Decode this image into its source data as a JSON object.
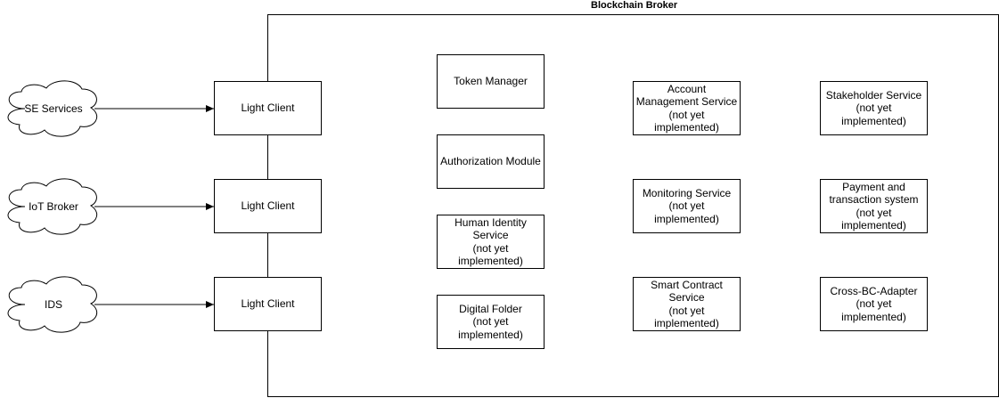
{
  "diagram": {
    "title": "Blockchain Broker",
    "clients": [
      {
        "cloud": "SE Services",
        "light_client": "Light Client"
      },
      {
        "cloud": "IoT Broker",
        "light_client": "Light Client"
      },
      {
        "cloud": "IDS",
        "light_client": "Light Client"
      }
    ],
    "modules": {
      "column1": [
        "Token Manager",
        "Authorization Module",
        "Human Identity\nService\n(not yet\nimplemented)",
        "Digital Folder\n(not yet\nimplemented)"
      ],
      "column2": [
        "Account\nManagement Service\n(not yet\nimplemented)",
        "Monitoring Service\n(not yet\nimplemented)",
        "Smart Contract\nService\n(not yet\nimplemented)"
      ],
      "column3": [
        "Stakeholder Service\n(not yet\nimplemented)",
        "Payment and\ntransaction system\n(not yet\nimplemented)",
        "Cross-BC-Adapter\n(not yet\nimplemented)"
      ]
    }
  }
}
